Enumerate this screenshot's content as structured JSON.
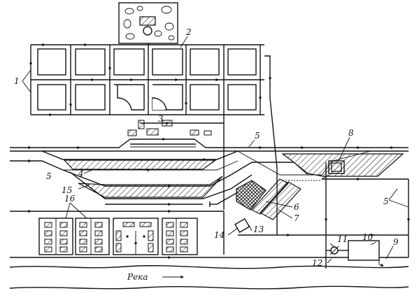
{
  "labels": {
    "n1": "1",
    "n2": "2",
    "n3": "3",
    "n4": "4",
    "n5a": "5",
    "n5b": "5",
    "n5c": "5",
    "n6": "6",
    "n7": "7",
    "n8": "8",
    "n9": "9",
    "n10": "10",
    "n11": "11",
    "n12": "12",
    "n13": "13",
    "n14": "14",
    "n15": "15",
    "n16": "16"
  },
  "river": {
    "label": "Река"
  },
  "colors": {
    "ink": "#111111",
    "paper": "#ffffff"
  }
}
